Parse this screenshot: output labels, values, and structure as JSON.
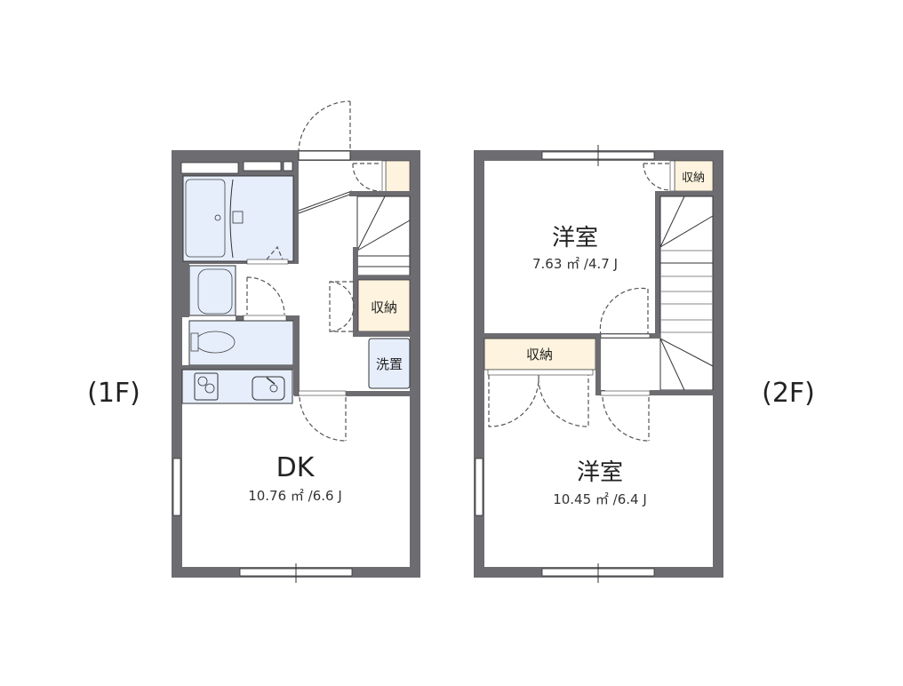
{
  "floors": [
    {
      "label": "(1F)",
      "rooms": [
        {
          "name": "DK",
          "area": "10.76 ㎡ /6.6 J"
        },
        {
          "name": "収納",
          "type": "storage"
        },
        {
          "name": "洗置",
          "type": "washer-space"
        }
      ]
    },
    {
      "label": "(2F)",
      "rooms": [
        {
          "name": "洋室",
          "area": "7.63 ㎡ /4.7 J"
        },
        {
          "name": "収納",
          "type": "storage-small"
        },
        {
          "name": "収納",
          "type": "storage"
        },
        {
          "name": "洋室",
          "area": "10.45 ㎡ /6.4 J"
        }
      ]
    }
  ],
  "colors": {
    "wall": "#6d6c71",
    "wet_area": "#e6eefc",
    "storage": "#fdf3de",
    "background": "#ffffff"
  }
}
